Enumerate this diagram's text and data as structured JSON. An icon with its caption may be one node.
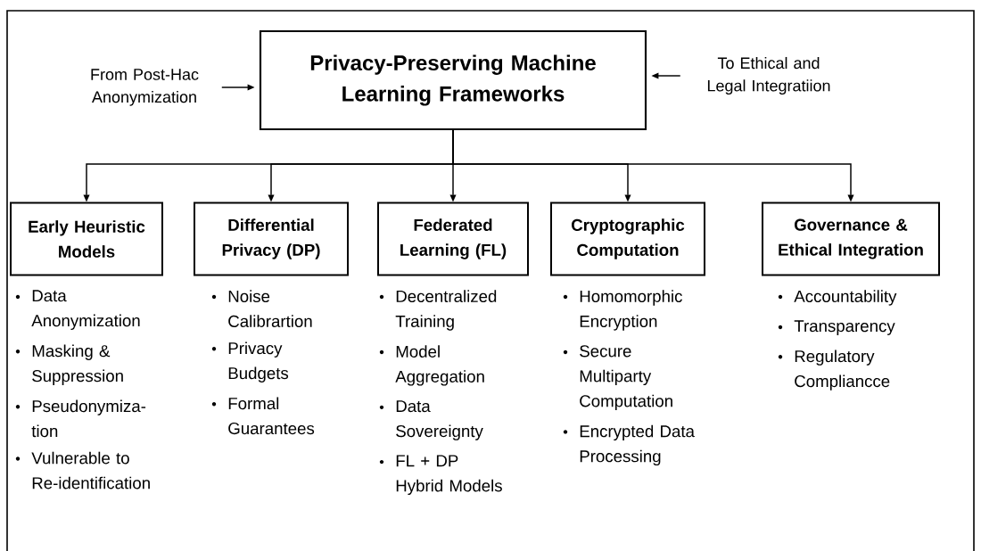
{
  "diagram": {
    "nodes": [
      {
        "text": [
          "From Post-Hac Anonymization"
        ]
      },
      {
        "text": [
          "Privacy-Preserving Machine Learning Frameworks"
        ]
      },
      {
        "text": [
          "To Ethical and Legal Integratiion"
        ]
      },
      {
        "text": [
          "Early Heuristic Models"
        ],
        "beside": [
          "Data Anonymization",
          "Masking & Suppression",
          "Pseudonymiza- tion",
          "Vulnerable to Re-identification"
        ]
      },
      {
        "text": [
          "Differential Privacy (DP)"
        ],
        "beside": [
          "Noise Calibrartion",
          "Privacy Budgets",
          "Formal Guarantees"
        ]
      },
      {
        "text": [
          "Federated Learning (FL)"
        ],
        "beside": [
          "Decentralized Training",
          "Model Aggregation",
          "Data Sovereignty",
          "FL + DP Hybrid Models"
        ]
      },
      {
        "text": [
          "Cryptographic Computation"
        ],
        "beside": [
          "Homomorphic Encryption",
          "Secure Multiparty Computation",
          "Encrypted Data Processing"
        ]
      },
      {
        "text": [
          "Governance & Ethical Integration"
        ],
        "beside": [
          "Accountability",
          "Transparency",
          "Regulatory Compliancce"
        ]
      }
    ],
    "edges": [
      {
        "from": 0,
        "to": 1,
        "arrow": "to"
      },
      {
        "from": 2,
        "to": 1,
        "arrow": "to"
      },
      {
        "from": 1,
        "to": 3,
        "arrow": "to"
      },
      {
        "from": 1,
        "to": 4,
        "arrow": "to"
      },
      {
        "from": 1,
        "to": 5,
        "arrow": "to"
      },
      {
        "from": 1,
        "to": 6,
        "arrow": "to"
      },
      {
        "from": 1,
        "to": 7,
        "arrow": "to"
      }
    ]
  }
}
